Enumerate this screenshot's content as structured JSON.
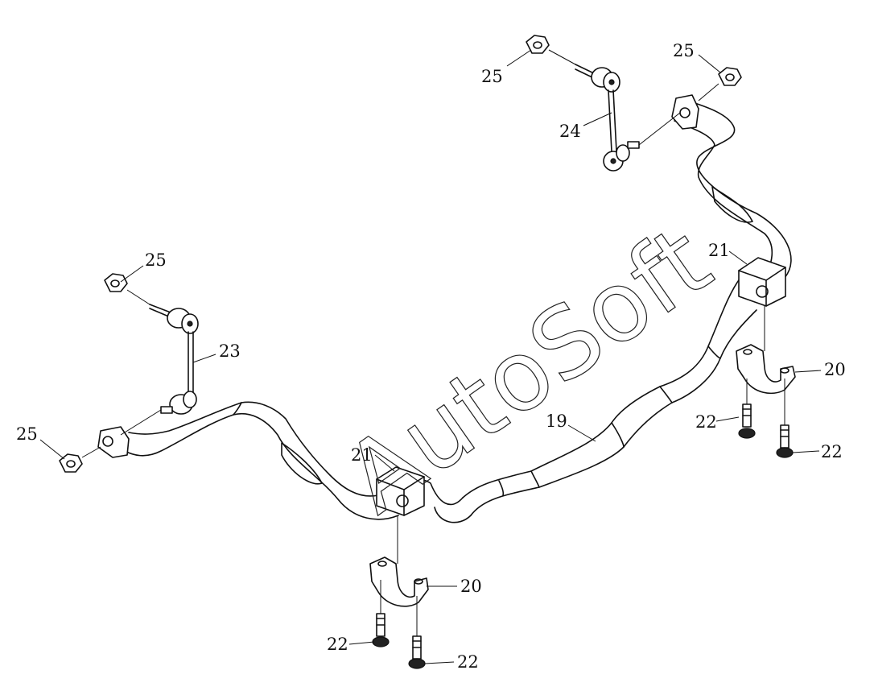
{
  "watermark": "AutoSoft",
  "callouts": [
    {
      "id": "c-25-a",
      "label": "25"
    },
    {
      "id": "c-25-b",
      "label": "25"
    },
    {
      "id": "c-24",
      "label": "24"
    },
    {
      "id": "c-25-c",
      "label": "25"
    },
    {
      "id": "c-23",
      "label": "23"
    },
    {
      "id": "c-25-d",
      "label": "25"
    },
    {
      "id": "c-21-a",
      "label": "21"
    },
    {
      "id": "c-20-a",
      "label": "20"
    },
    {
      "id": "c-22-a",
      "label": "22"
    },
    {
      "id": "c-22-b",
      "label": "22"
    },
    {
      "id": "c-19",
      "label": "19"
    },
    {
      "id": "c-21-b",
      "label": "21"
    },
    {
      "id": "c-20-b",
      "label": "20"
    },
    {
      "id": "c-22-c",
      "label": "22"
    },
    {
      "id": "c-22-d",
      "label": "22"
    }
  ]
}
